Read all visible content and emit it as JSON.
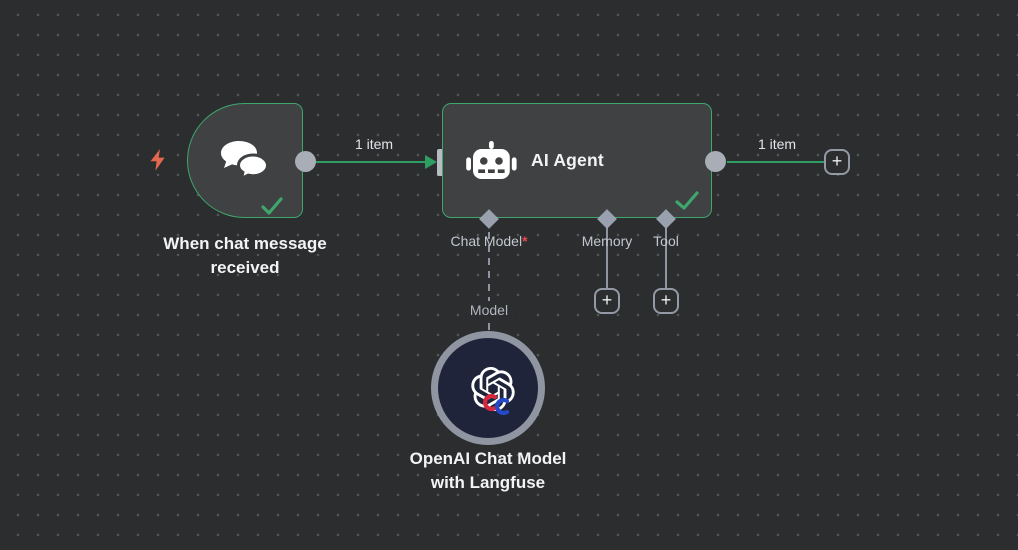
{
  "colors": {
    "canvas_background": "#2b2d2f",
    "grid_dot": "#535558",
    "node_fill": "#3f4143",
    "node_border_success": "#3fa66d",
    "connection_green": "#2f9e63",
    "connector_gray": "#9aa1ae",
    "port_gray": "#a9aeb6",
    "text_primary": "#f2f3f5",
    "text_secondary": "#c3c7cf",
    "required_asterisk": "#e5484d",
    "trigger_bolt": "#e4674f",
    "openai_node_fill": "#20243a",
    "langfuse_red": "#d7263d",
    "langfuse_blue": "#2449c9"
  },
  "icons": {
    "trigger_kind": "lightning-bolt",
    "trigger_node": "chat-bubbles",
    "agent_node": "robot",
    "status": "checkmark",
    "model_node": "openai-logo with knot-badge",
    "add": "plus"
  },
  "trigger_node": {
    "label": "When chat message received",
    "status": "success"
  },
  "agent_node": {
    "title": "AI Agent",
    "status": "success",
    "sub_connectors": [
      {
        "label": "Chat Model",
        "required_marker": "*"
      },
      {
        "label": "Memory",
        "required_marker": ""
      },
      {
        "label": "Tool",
        "required_marker": ""
      }
    ]
  },
  "openai_node": {
    "label": "OpenAI Chat Model with Langfuse"
  },
  "connection_labels": {
    "trigger_to_agent": "1 item",
    "agent_to_next": "1 item",
    "chat_model_link": "Model"
  },
  "add_buttons": {
    "next_node": "+",
    "memory": "+",
    "tool": "+"
  }
}
